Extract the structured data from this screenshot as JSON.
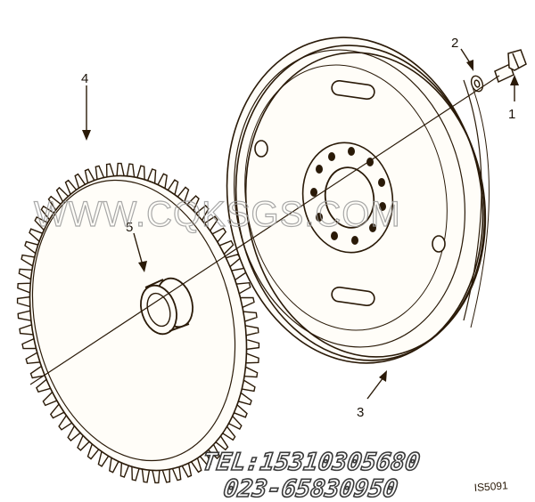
{
  "callouts": [
    "1",
    "2",
    "3",
    "4",
    "5"
  ],
  "part_number_label": "IS5091",
  "watermark": "WWW.CQKSGS.COM",
  "contact": {
    "tel": "TEL:15310305680",
    "phone": "023-65830950"
  },
  "colors": {
    "ink": "#2a1a08",
    "background": "#ffffff",
    "watermark": "#9a9a9a"
  }
}
